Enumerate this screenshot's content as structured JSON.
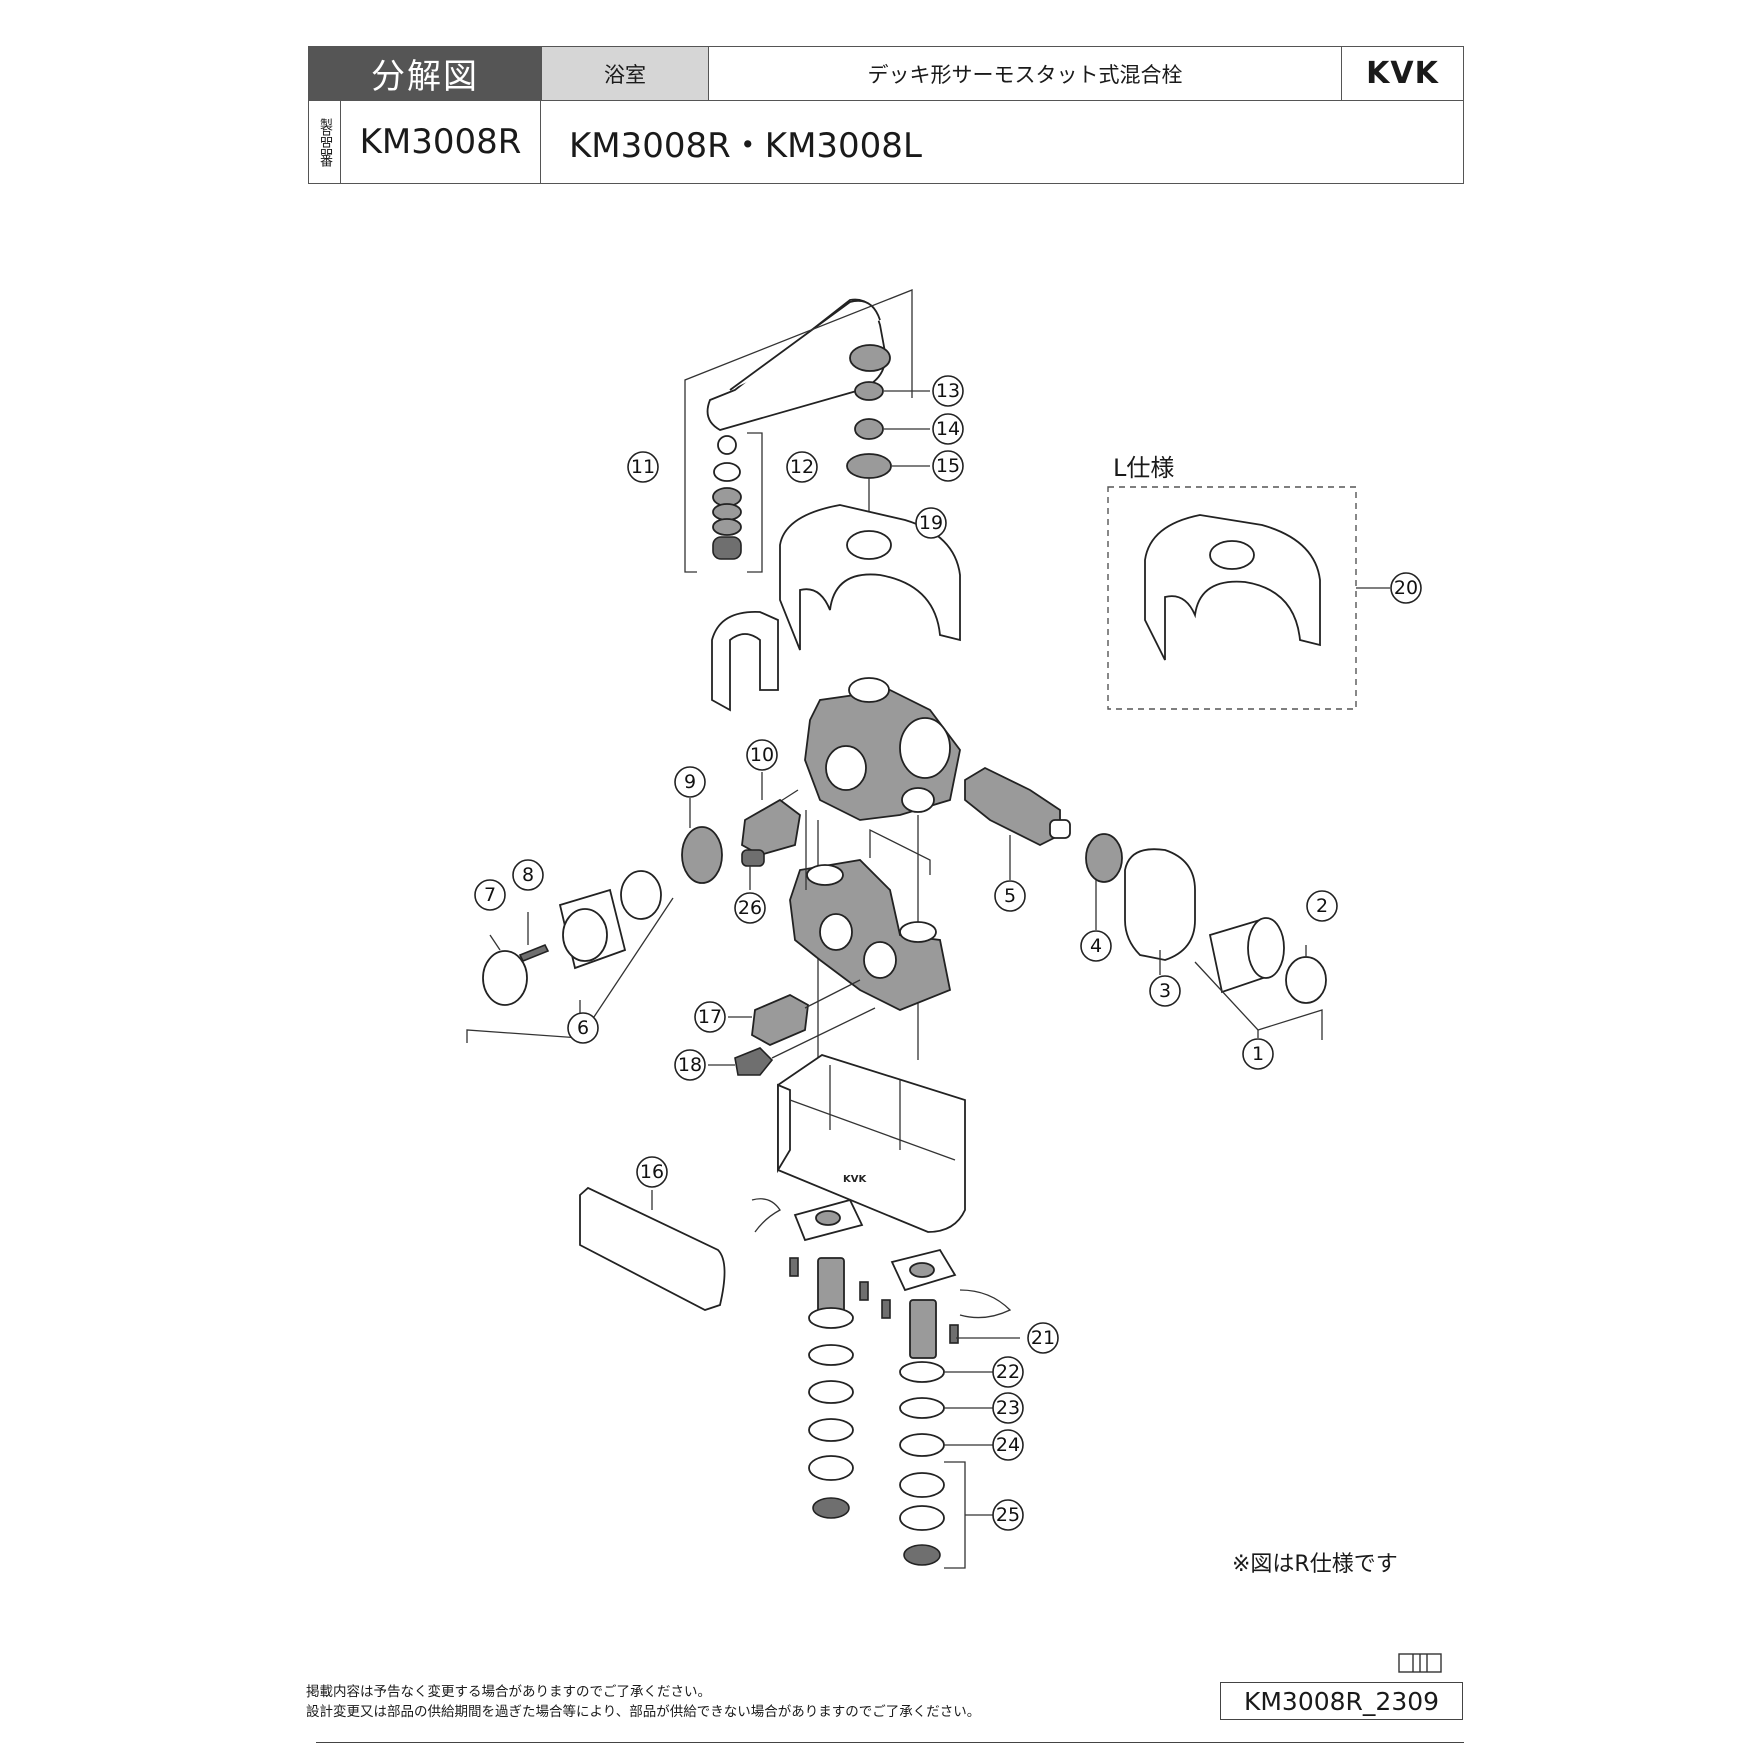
{
  "header": {
    "title": "分解図",
    "category": "浴室",
    "product_name": "デッキ形サーモスタット式混合栓",
    "brand": "KVK",
    "product_number_label": "製品品番",
    "product_number": "KM3008R",
    "models": "KM3008R・KM3008L"
  },
  "diagram": {
    "l_spec_label": "L仕様",
    "note": "※図はR仕様です",
    "callouts": [
      "1",
      "2",
      "3",
      "4",
      "5",
      "6",
      "7",
      "8",
      "9",
      "10",
      "11",
      "12",
      "13",
      "14",
      "15",
      "16",
      "17",
      "18",
      "19",
      "20",
      "21",
      "22",
      "23",
      "24",
      "25",
      "26"
    ]
  },
  "footer": {
    "line1": "掲載内容は予告なく変更する場合がありますのでご了承ください。",
    "line2": "設計変更又は部品の供給期間を過ぎた場合等により、部品が供給できない場合がありますのでご了承ください。",
    "doc_number": "KM3008R_2309"
  }
}
